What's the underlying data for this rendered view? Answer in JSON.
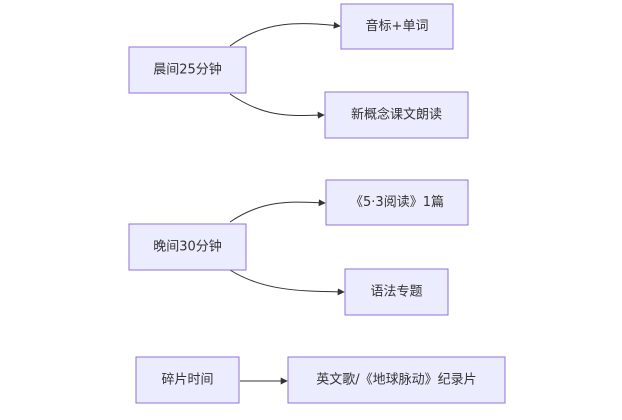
{
  "diagram": {
    "type": "flowchart",
    "direction": "left-to-right",
    "groups": [
      {
        "source": "晨间25分钟",
        "targets": [
          "音标+单词",
          "新概念课文朗读"
        ]
      },
      {
        "source": "晚间30分钟",
        "targets": [
          "《5·3阅读》1篇",
          "语法专题"
        ]
      },
      {
        "source": "碎片时间",
        "targets": [
          "英文歌/《地球脉动》纪录片"
        ]
      }
    ],
    "colors": {
      "node_fill": "#ececff",
      "node_border": "#9370db",
      "edge": "#333333",
      "text": "#333333"
    }
  }
}
